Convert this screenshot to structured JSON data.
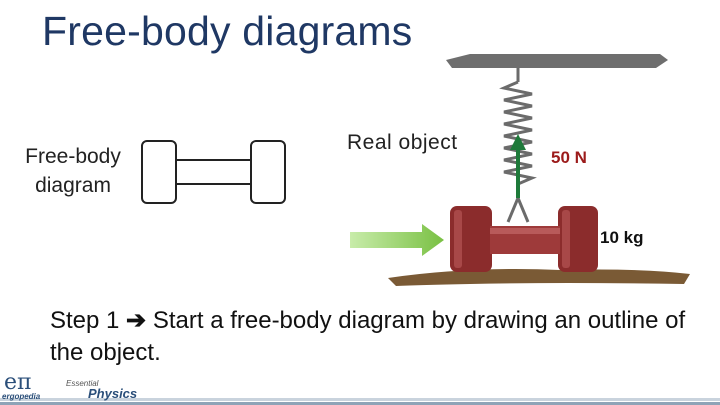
{
  "title": "Free-body diagrams",
  "fbd_label": "Free-body diagram",
  "real_object_label": "Real object",
  "force_label": "50 N",
  "mass_label": "10 kg",
  "step": {
    "prefix": "Step 1",
    "text": " Start a free-body diagram by drawing an outline of the object."
  },
  "logo": {
    "symbol": "eπ",
    "wordmark": "ergopedia",
    "tagline": "Essential",
    "name": "Physics"
  },
  "colors": {
    "title": "#1f3864",
    "force_arrow": "#1e7a3a",
    "push_arrow": "#8fd14f",
    "dumbbell": "#8b2c2c",
    "ground": "#7a5a35"
  }
}
